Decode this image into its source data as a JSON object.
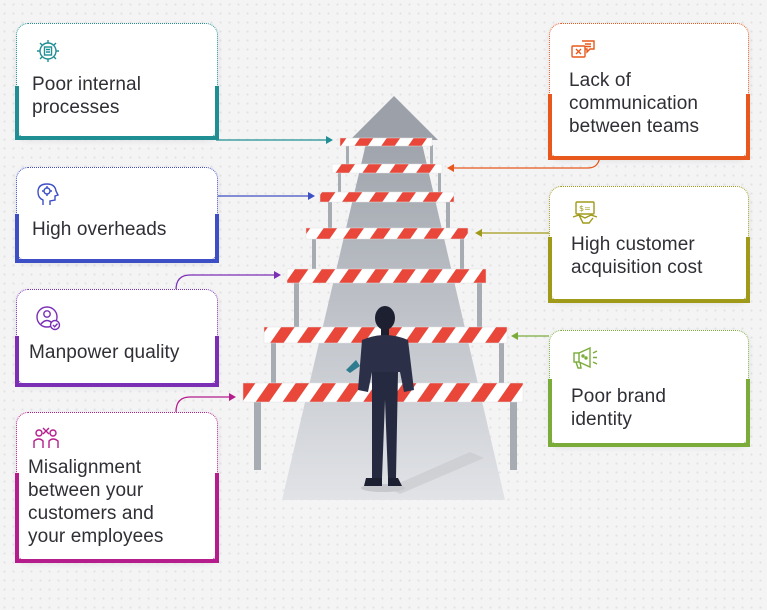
{
  "colors": {
    "teal": "#1f8f94",
    "orange": "#e8581c",
    "blue": "#3d4fc4",
    "olive": "#a09a1a",
    "purple": "#7b2fb5",
    "green": "#7bac3a",
    "magenta": "#b51c8c"
  },
  "cards": {
    "poor_internal": {
      "text": "Poor internal\nprocesses",
      "icon": "gear-document-icon"
    },
    "lack_comm": {
      "text": "Lack of\ncommunication\nbetween teams",
      "icon": "chat-message-icon"
    },
    "high_overheads": {
      "text": "High overheads",
      "icon": "head-gear-icon"
    },
    "cac": {
      "text": "High customer\nacquisition cost",
      "icon": "handshake-dollar-icon"
    },
    "manpower": {
      "text": "Manpower quality",
      "icon": "person-check-icon"
    },
    "brand": {
      "text": "Poor brand\nidentity",
      "icon": "megaphone-icon"
    },
    "misalignment": {
      "text": "Misalignment\nbetween your\ncustomers and\nyour employees",
      "icon": "people-cross-icon"
    }
  }
}
